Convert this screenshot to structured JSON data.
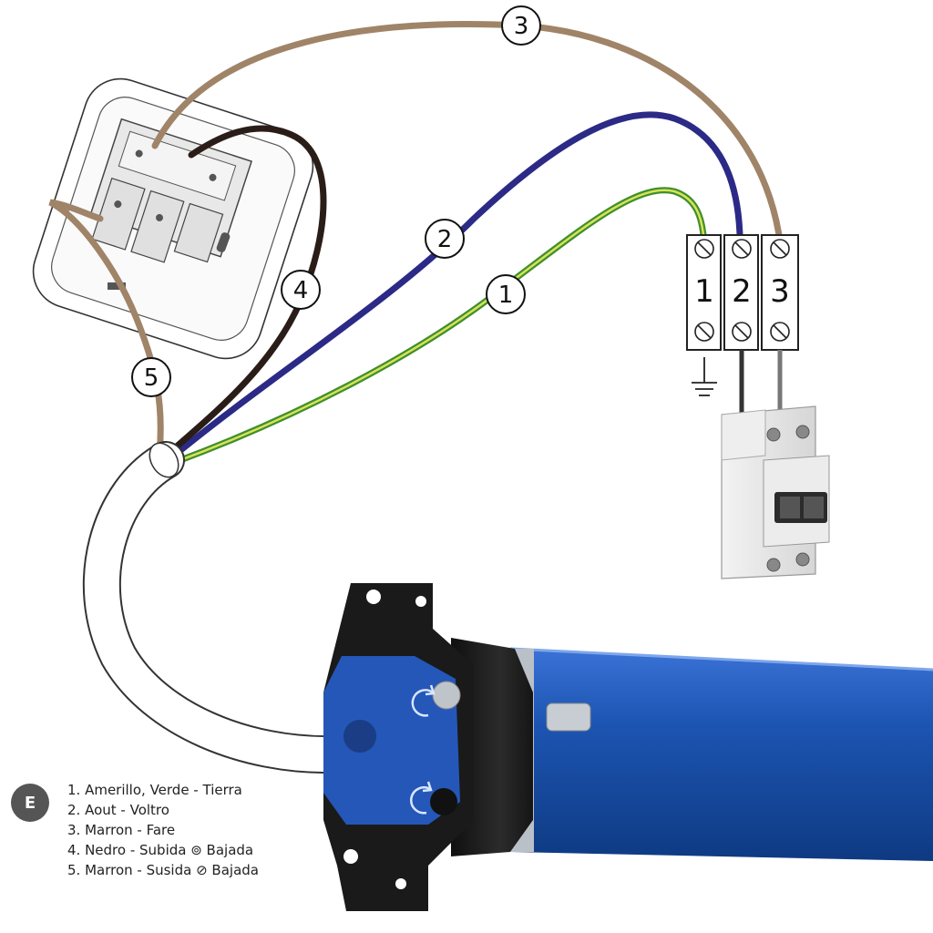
{
  "callouts": [
    "1",
    "2",
    "3",
    "4",
    "5"
  ],
  "terminals": [
    "1",
    "2",
    "3"
  ],
  "legend": {
    "badge": "E",
    "items": [
      "1. Amerillo, Verde - Tierra",
      "2. Aout - Voltro",
      "3. Marron - Fare",
      "4. Nedro - Subida ⊚ Bajada",
      "5. Marron - Susida ⊘ Bajada"
    ]
  },
  "colors": {
    "wire_brown": "#a08468",
    "wire_blue": "#2b2a86",
    "wire_black": "#2a1d17",
    "wire_earth_green": "#3f8f2c",
    "wire_earth_yellow": "#d8e25a",
    "motor_tube": "#1d4fa3",
    "motor_head": "#1a1a1a",
    "head_face": "#2457b8"
  }
}
